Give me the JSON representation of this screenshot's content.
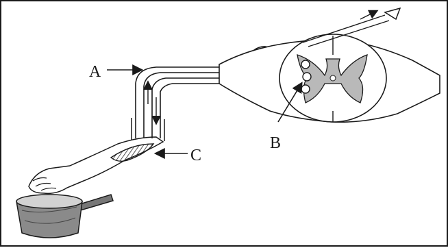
{
  "labels": {
    "a": "A",
    "b": "B",
    "c": "C"
  },
  "colors": {
    "ink": "#1a1a1a",
    "gray_matter": "#b9b9b9",
    "pot": "#8a8a8a"
  },
  "icons": {
    "pot": "hot-pot-icon",
    "arm": "arm-icon",
    "spinal_cord": "spinal-cord-cross-section-icon"
  }
}
